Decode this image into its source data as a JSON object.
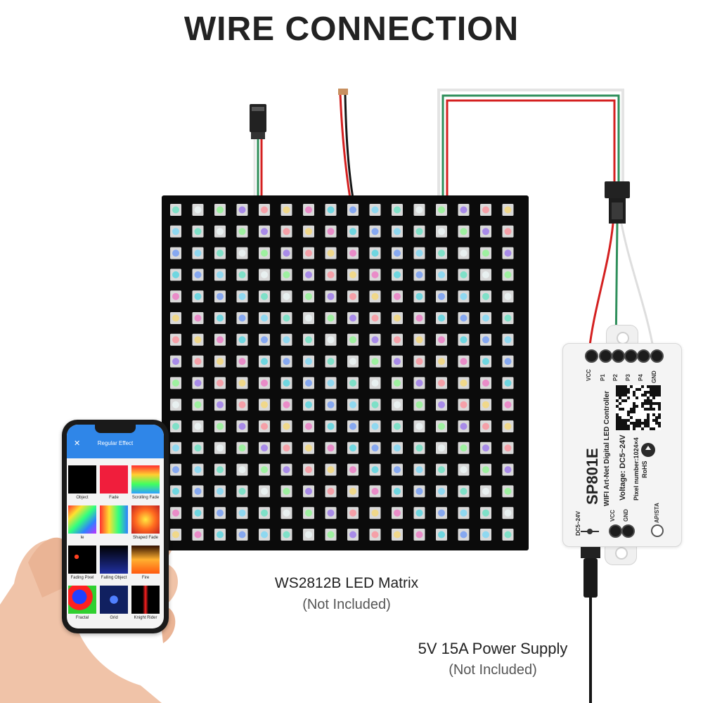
{
  "title": "WIRE CONNECTION",
  "matrix": {
    "caption": "WS2812B LED Matrix",
    "note": "(Not Included)",
    "rows": 16,
    "cols": 16
  },
  "power_supply": {
    "caption": "5V 15A Power Supply",
    "note": "(Not Included)"
  },
  "controller": {
    "model": "SP801E",
    "description": "WIFI Art-Net Digital LED Controller",
    "voltage": "Voltage: DC5~24V",
    "pixel_number": "Pixel number:1024×4",
    "pins": [
      "VCC",
      "P1",
      "P2",
      "P3",
      "P4",
      "GND"
    ],
    "power_pins": [
      "VCC",
      "GND"
    ],
    "dc_label": "DC5~24V",
    "mode_label": "AP/STA",
    "rohs_label": "RoHS"
  },
  "app": {
    "header": "Regular Effect",
    "close_icon": "close-icon",
    "effects": [
      "Object",
      "Fade",
      "Scrolling Fade",
      "Ie",
      "",
      "Shaped Fade",
      "Fading Pixel",
      "Falling Object",
      "Fire",
      "Fractal",
      "Grid",
      "Knight Rider"
    ]
  },
  "colors": {
    "wire_red": "#d42020",
    "wire_green": "#2f8f5b",
    "wire_white": "#e8e8e8",
    "wire_black": "#151515",
    "app_header": "#2f86e8",
    "pcb": "#0b0b0b"
  }
}
